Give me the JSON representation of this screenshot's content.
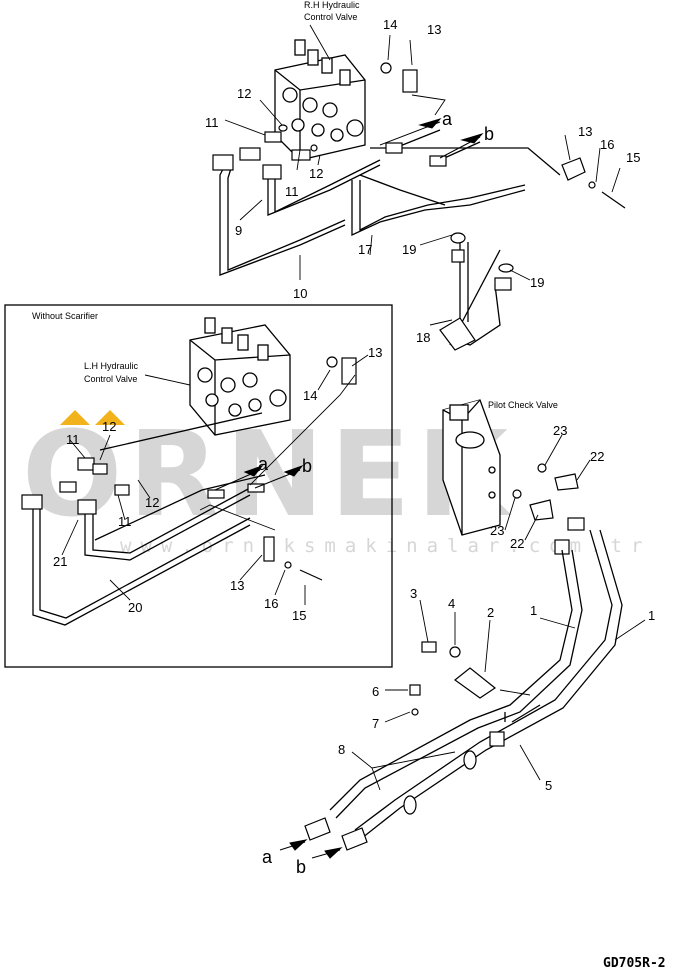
{
  "figure_code": "GD705R-2",
  "labels": {
    "rh_valve_title": "R.H Hydraulic",
    "rh_valve_title2": "Control Valve",
    "lh_valve_title": "L.H Hydraulic",
    "lh_valve_title2": "Control Valve",
    "inset_title": "Without Scarifier",
    "pilot_check_valve": "Pilot Check Valve"
  },
  "watermark": {
    "brand": "ORNEK",
    "url": "www.orneksmakinalar.com.tr"
  },
  "callouts": {
    "n1": "1",
    "n2": "2",
    "n3": "3",
    "n4": "4",
    "n5": "5",
    "n6": "6",
    "n7": "7",
    "n8": "8",
    "n9": "9",
    "n10": "10",
    "n11": "11",
    "n12": "12",
    "n13": "13",
    "n14": "14",
    "n15": "15",
    "n16": "16",
    "n17": "17",
    "n18": "18",
    "n19": "19",
    "n20": "20",
    "n21": "21",
    "n22": "22",
    "n23": "23"
  },
  "letters": {
    "a": "a",
    "b": "b"
  },
  "colors": {
    "ink": "#000000",
    "watermark": "#d6d6d6",
    "accent": "#f2b21b"
  }
}
